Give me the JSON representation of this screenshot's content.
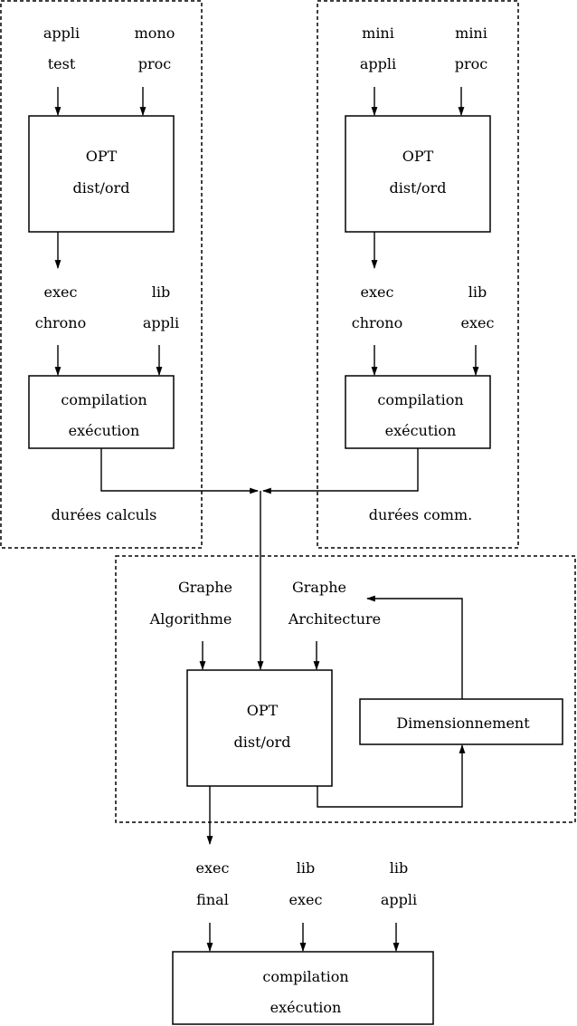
{
  "left_panel": {
    "input_a": [
      "appli",
      "test"
    ],
    "input_b": [
      "mono",
      "proc"
    ],
    "opt_box": [
      "OPT",
      "dist/ord"
    ],
    "output_a": [
      "exec",
      "chrono"
    ],
    "output_b": [
      "lib",
      "appli"
    ],
    "compile_box": [
      "compilation",
      "exécution"
    ],
    "result": "durées calculs"
  },
  "right_panel": {
    "input_a": [
      "mini",
      "appli"
    ],
    "input_b": [
      "mini",
      "proc"
    ],
    "opt_box": [
      "OPT",
      "dist/ord"
    ],
    "output_a": [
      "exec",
      "chrono"
    ],
    "output_b": [
      "lib",
      "exec"
    ],
    "compile_box": [
      "compilation",
      "exécution"
    ],
    "result": "durées comm."
  },
  "center_panel": {
    "input_a": [
      "Graphe",
      "Algorithme"
    ],
    "input_b": [
      "Graphe",
      "Architecture"
    ],
    "opt_box": [
      "OPT",
      "dist/ord"
    ],
    "dim_box": "Dimensionnement"
  },
  "final": {
    "output_a": [
      "exec",
      "final"
    ],
    "output_b": [
      "lib",
      "exec"
    ],
    "output_c": [
      "lib",
      "appli"
    ],
    "compile_box": [
      "compilation",
      "exécution"
    ]
  }
}
